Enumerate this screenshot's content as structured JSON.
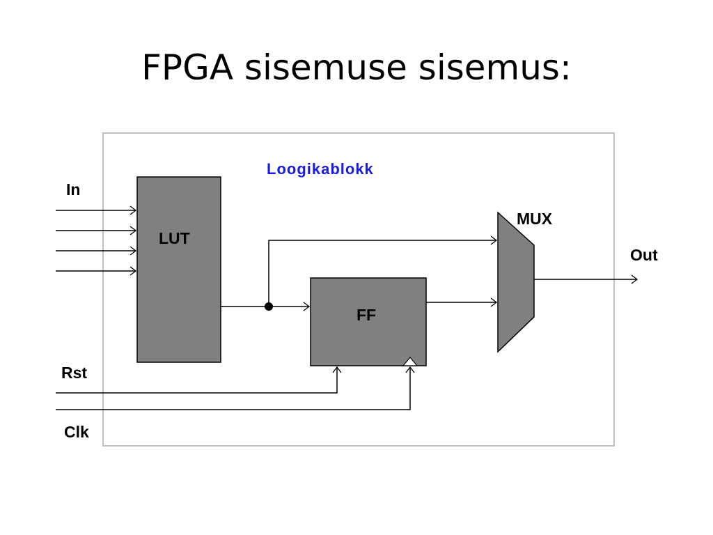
{
  "slide": {
    "title": "FPGA sisemuse sisemus:"
  },
  "diagram": {
    "block_caption": "Loogikablokk",
    "lut_label": "LUT",
    "ff_label": "FF",
    "mux_label": "MUX",
    "input_label": "In",
    "output_label": "Out",
    "reset_label": "Rst",
    "clock_label": "Clk",
    "colors": {
      "block_fill": "#808080",
      "caption": "#1a1ae6",
      "frame": "#c0c0c0"
    }
  }
}
